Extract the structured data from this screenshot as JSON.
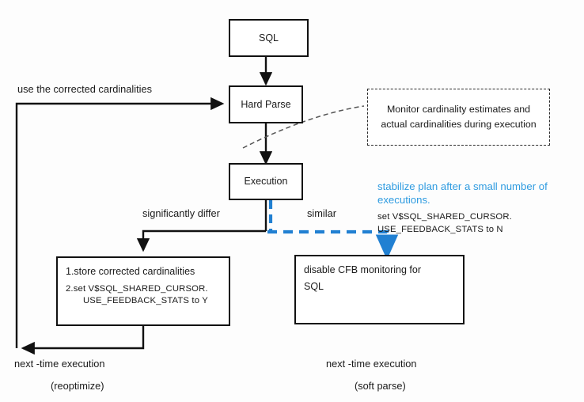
{
  "diagram": {
    "title_nodes": {
      "sql": "SQL",
      "hard_parse": "Hard Parse",
      "execution": "Execution"
    },
    "monitor_note": "Monitor cardinality estimates and actual cardinalities during execution",
    "left_action_box": {
      "line1": "1.store corrected cardinalities",
      "line2": "2.set  V$SQL_SHARED_CURSOR.",
      "line3": "USE_FEEDBACK_STATS  to Y"
    },
    "right_action_box": {
      "line1": "disable CFB monitoring for",
      "line2": "SQL"
    },
    "edge_labels": {
      "feedback": "use the corrected cardinalities",
      "differ": "significantly differ",
      "similar": "similar"
    },
    "blue_note": {
      "headline": "stabilize plan after a small number of executions.",
      "line1": "set  V$SQL_SHARED_CURSOR.",
      "line2": "USE_FEEDBACK_STATS  to N"
    },
    "footers": {
      "left_line1": "next -time execution",
      "left_line2": "(reoptimize)",
      "right_line1": "next -time execution",
      "right_line2": "(soft parse)"
    },
    "colors": {
      "stroke": "#111111",
      "accent_blue": "#2180D2",
      "note_blue_text": "#2E9BE0",
      "background": "#fdfdfd"
    }
  }
}
